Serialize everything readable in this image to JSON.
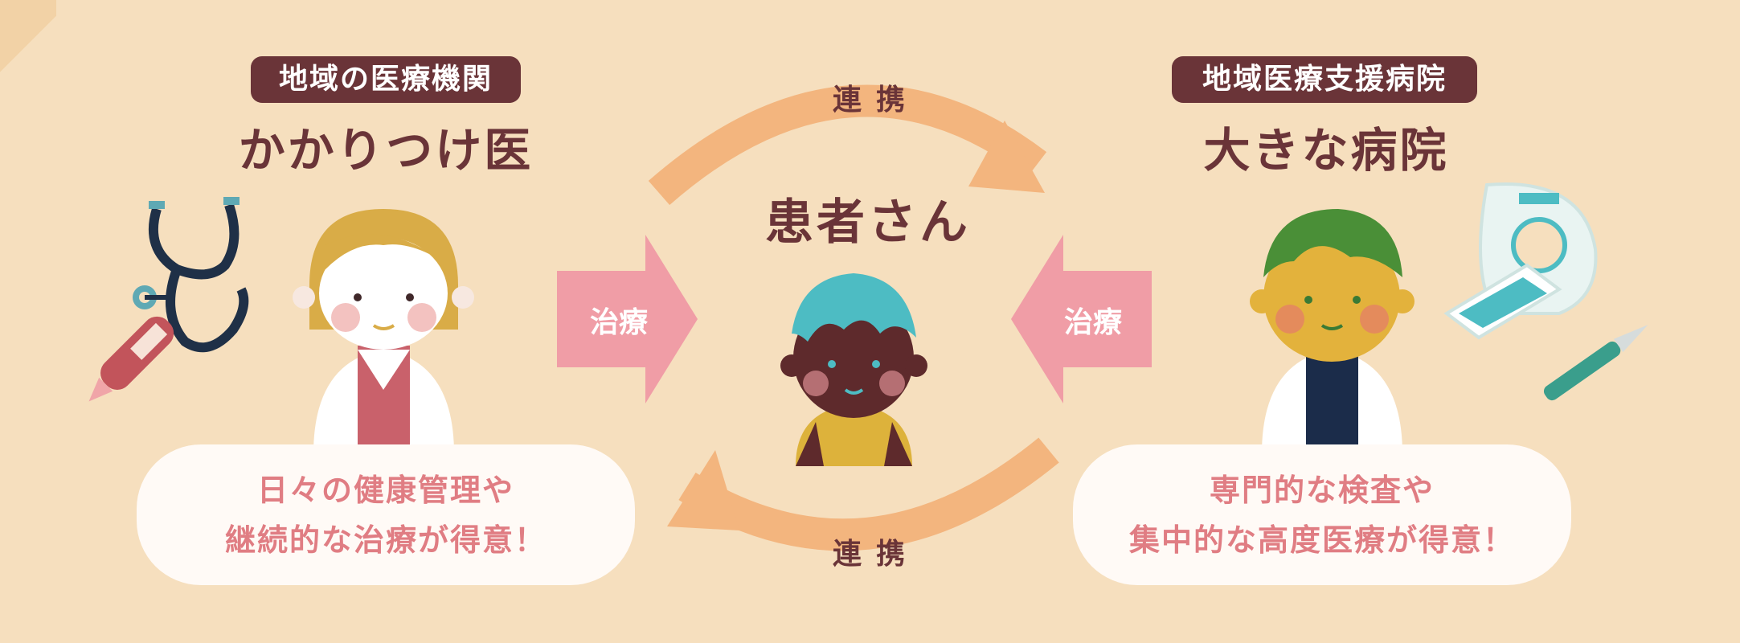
{
  "left": {
    "badge": "地域の医療機関",
    "title": "かかりつけ医",
    "bubble_line1": "日々の健康管理や",
    "bubble_line2": "継続的な治療が得意！"
  },
  "right": {
    "badge": "地域医療支援病院",
    "title": "大きな病院",
    "bubble_line1": "専門的な検査や",
    "bubble_line2": "集中的な高度医療が得意！"
  },
  "center": {
    "title": "患者さん",
    "top_arc_label": "連携",
    "bottom_arc_label": "連携"
  },
  "arrows": {
    "left_label": "治療",
    "right_label": "治療"
  },
  "colors": {
    "background": "#f6dfbe",
    "badge": "#6a3438",
    "arc": "#f3b57e",
    "treatment_arrow": "#f09da6",
    "bubble_text": "#e07d83"
  }
}
